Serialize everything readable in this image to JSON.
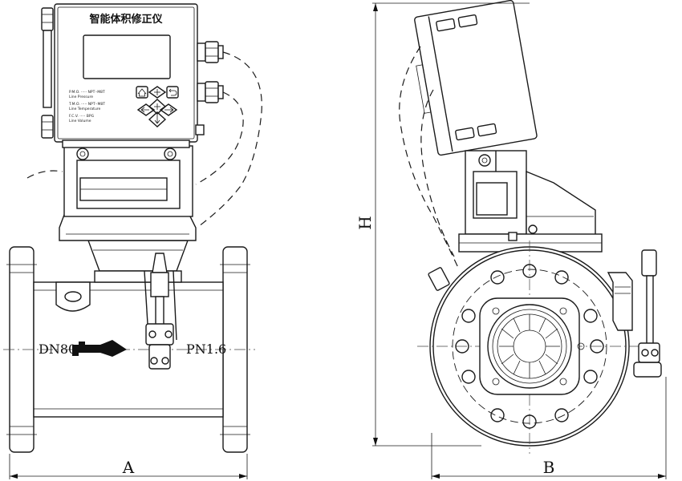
{
  "device": {
    "title": "智能体积修正仪",
    "readouts": [
      "P.M.O. ·····  NPT··M8T",
      "T.M.O. ·····  NPT··M8T",
      "F.C.V. ·····  BPG"
    ],
    "sublabels": [
      "Line Pressure",
      "Line Temperature",
      "Line Volume"
    ],
    "keys": [
      "home-icon",
      "menu-icon",
      "back-icon",
      "left-arrow-icon",
      "ok-icon",
      "right-arrow-icon",
      "down-arrow-icon"
    ]
  },
  "pipe": {
    "dn_label": "DN80",
    "pn_label": "PN1.6"
  },
  "dimensions": {
    "width_label": "A",
    "height_label": "H",
    "depth_label": "B"
  }
}
